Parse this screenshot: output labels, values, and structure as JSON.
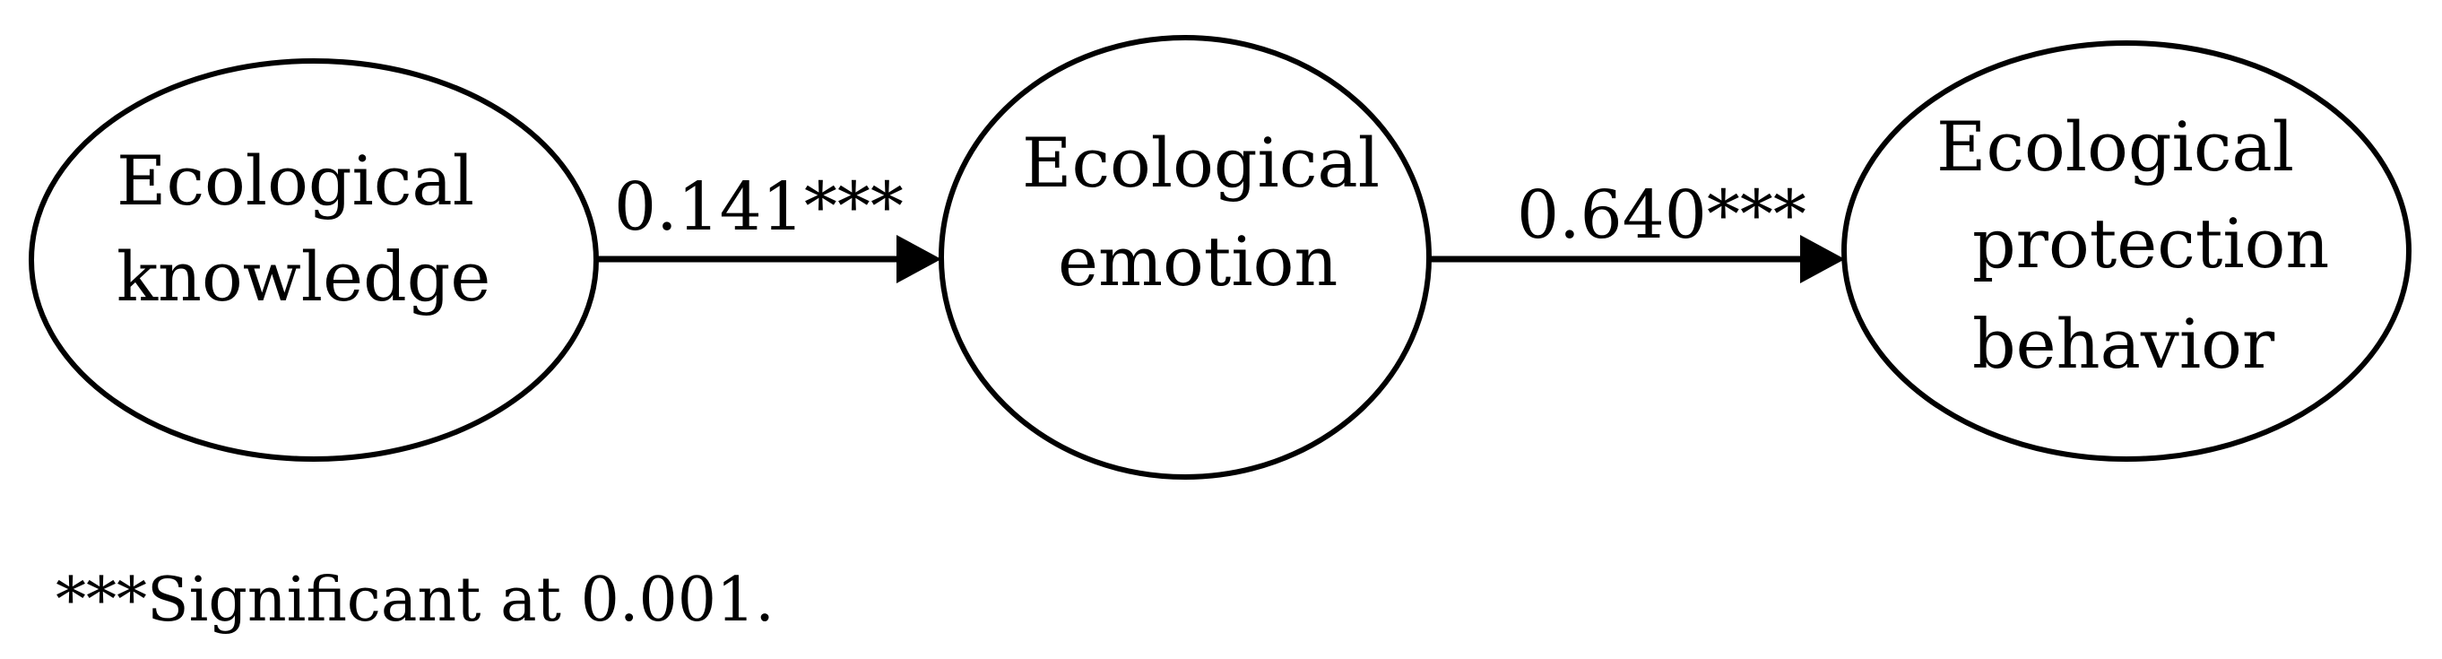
{
  "diagram": {
    "nodes": [
      {
        "id": "knowledge",
        "lines": [
          "Ecological",
          "knowledge"
        ]
      },
      {
        "id": "emotion",
        "lines": [
          "Ecological",
          "emotion"
        ]
      },
      {
        "id": "behavior",
        "lines": [
          "Ecological",
          "protection",
          "behavior"
        ]
      }
    ],
    "edges": [
      {
        "from": "knowledge",
        "to": "emotion",
        "label": "0.141***"
      },
      {
        "from": "emotion",
        "to": "behavior",
        "label": "0.640***"
      }
    ],
    "footnote": "***Significant at 0.001."
  }
}
